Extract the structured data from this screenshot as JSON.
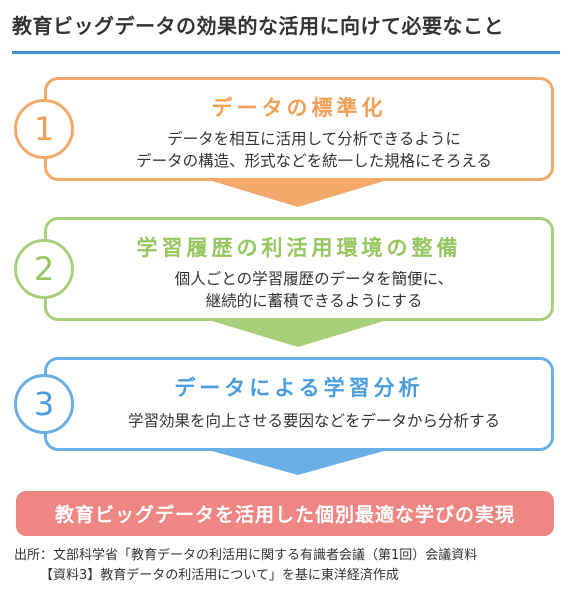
{
  "title": "教育ビッグデータの効果的な活用に向けて必要なこと",
  "colors": {
    "title_rule": "#3e8fd6",
    "step1": "#f2a96a",
    "step1_heading": "#f0a057",
    "step2": "#a8d07a",
    "step2_heading": "#96c660",
    "step3": "#6aaee6",
    "step3_heading": "#4a9de0",
    "banner": "#ee8783"
  },
  "steps": [
    {
      "number": "1",
      "heading": "データの標準化",
      "line1": "データを相互に活用して分析できるように",
      "line2": "データの構造、形式などを統一した規格にそろえる"
    },
    {
      "number": "2",
      "heading": "学習履歴の利活用環境の整備",
      "line1": "個人ごとの学習履歴のデータを簡便に、",
      "line2": "継続的に蓄積できるようにする"
    },
    {
      "number": "3",
      "heading": "データによる学習分析",
      "line1": "学習効果を向上させる要因などをデータから分析する",
      "line2": ""
    }
  ],
  "result": "教育ビッグデータを活用した個別最適な学びの実現",
  "source": {
    "line1": "出所：文部科学省「教育データの利活用に関する有識者会議（第1回）会議資料",
    "line2": "【資料3】教育データの利活用について」を基に東洋経済作成"
  }
}
